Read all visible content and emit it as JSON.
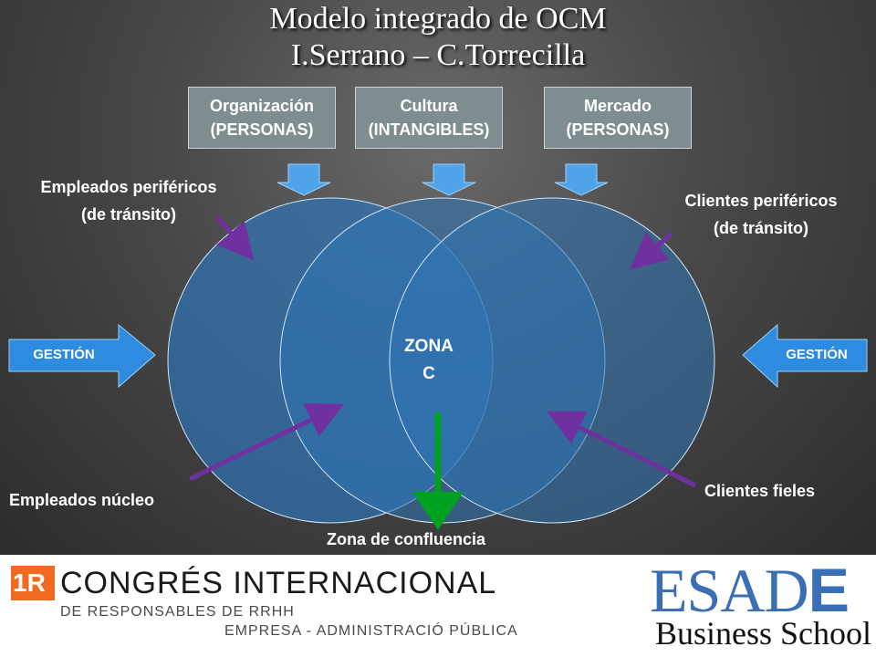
{
  "title": {
    "line1": "Modelo integrado de OCM",
    "line2": "I.Serrano – C.Torrecilla"
  },
  "top_boxes": [
    {
      "line1": "Organización",
      "line2": "(PERSONAS)"
    },
    {
      "line1": "Cultura",
      "line2": "(INTANGIBLES)"
    },
    {
      "line1": "Mercado",
      "line2": "(PERSONAS)"
    }
  ],
  "labels": {
    "empleados_perifericos": {
      "line1": "Empleados periféricos",
      "line2": "(de tránsito)"
    },
    "clientes_perifericos": {
      "line1": "Clientes periféricos",
      "line2": "(de tránsito)"
    },
    "empleados_nucleo": "Empleados núcleo",
    "clientes_fieles": "Clientes fieles",
    "zona_confluencia": "Zona de confluencia",
    "zona_c": {
      "line1": "ZONA",
      "line2": "C"
    }
  },
  "gestion_left": "GESTIÓN",
  "gestion_right": "GESTIÓN",
  "colors": {
    "circle_fill": "#2f74b5",
    "arrow_purple": "#7030a0",
    "arrow_green": "#00a020",
    "gestion_blue": "#2e8be0",
    "down_arrow_blue": "#4fa3e8"
  },
  "footer": {
    "logo_badge": "1R",
    "congres": "CONGRÉS INTERNACIONAL",
    "sub1": "DE RESPONSABLES DE RRHH",
    "sub2": "EMPRESA - ADMINISTRACIÓ PÚBLICA",
    "esade_main": "ESAD",
    "esade_e": "E",
    "business_school": "Business School"
  }
}
